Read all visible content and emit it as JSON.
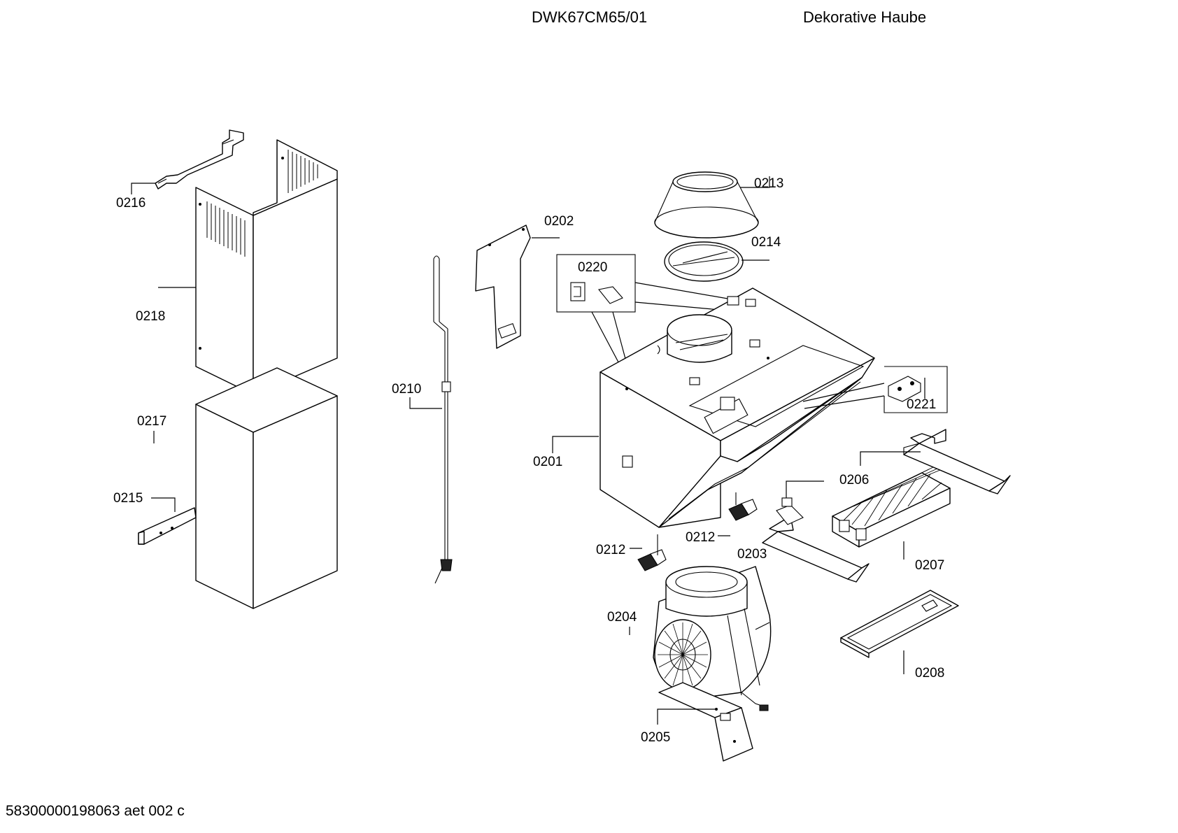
{
  "header": {
    "model": "DWK67CM65/01",
    "subtitle": "Dekorative Haube"
  },
  "footer": {
    "doc_code": "58300000198063 aet 002 c"
  },
  "parts": [
    {
      "id": "0201",
      "label": "0201"
    },
    {
      "id": "0202",
      "label": "0202"
    },
    {
      "id": "0203",
      "label": "0203"
    },
    {
      "id": "0204",
      "label": "0204"
    },
    {
      "id": "0205",
      "label": "0205"
    },
    {
      "id": "0206",
      "label": "0206"
    },
    {
      "id": "0207",
      "label": "0207"
    },
    {
      "id": "0208",
      "label": "0208"
    },
    {
      "id": "0210",
      "label": "0210"
    },
    {
      "id": "0212a",
      "label": "0212"
    },
    {
      "id": "0212b",
      "label": "0212"
    },
    {
      "id": "0213",
      "label": "0213"
    },
    {
      "id": "0214",
      "label": "0214"
    },
    {
      "id": "0215",
      "label": "0215"
    },
    {
      "id": "0216",
      "label": "0216"
    },
    {
      "id": "0217",
      "label": "0217"
    },
    {
      "id": "0218",
      "label": "0218"
    },
    {
      "id": "0220",
      "label": "0220"
    },
    {
      "id": "0221",
      "label": "0221"
    }
  ]
}
